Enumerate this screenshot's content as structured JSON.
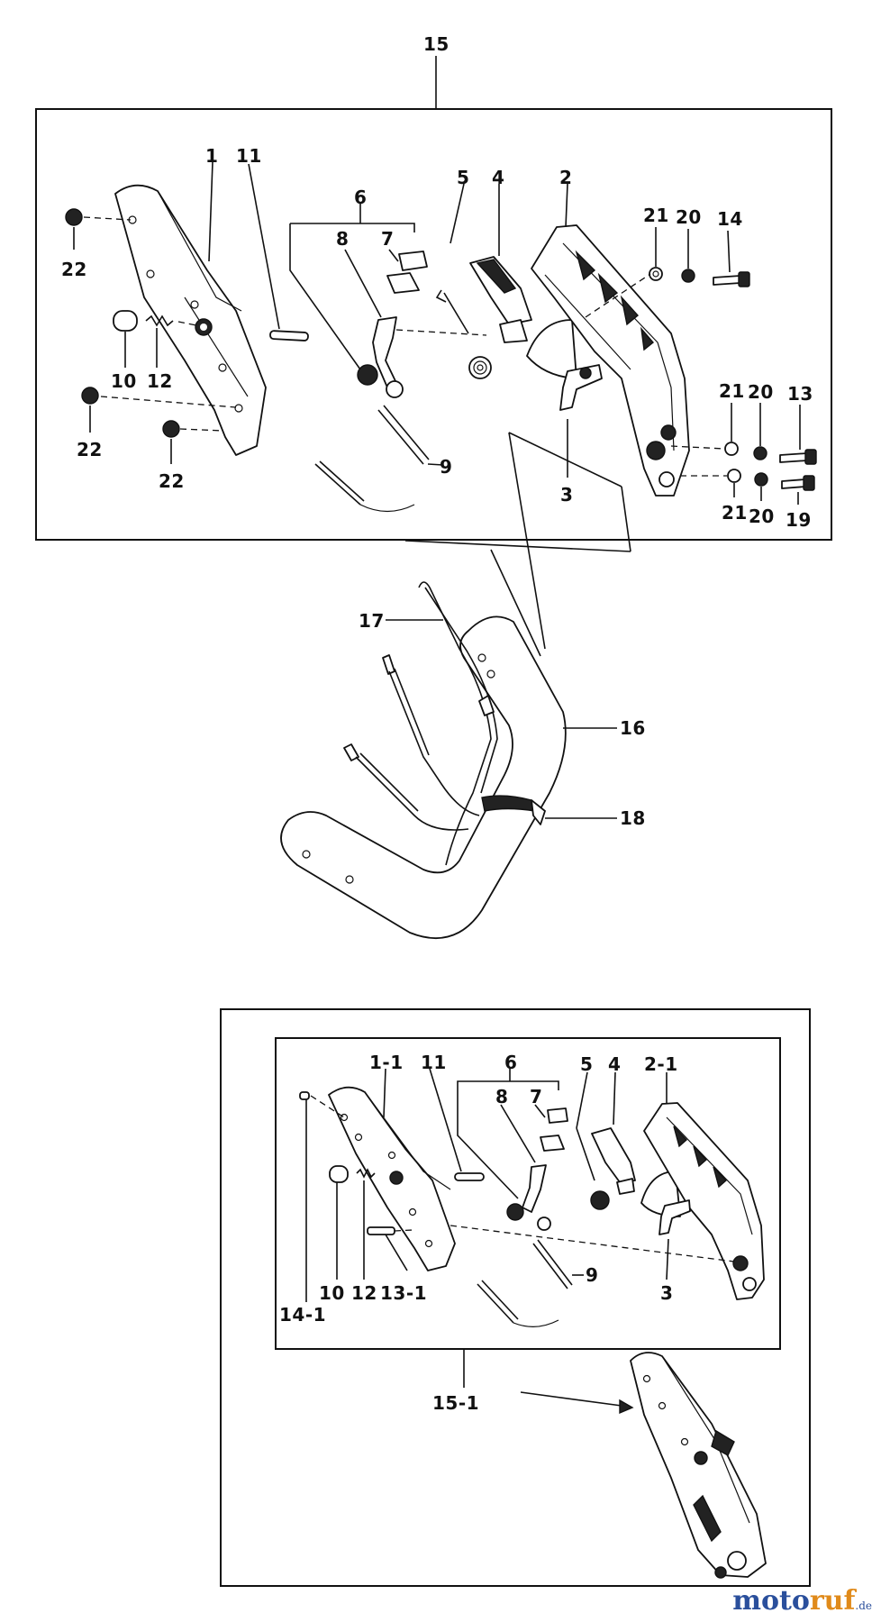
{
  "labels": {
    "l15": "15",
    "l1": "1",
    "l11": "11",
    "l6": "6",
    "l5": "5",
    "l4": "4",
    "l2": "2",
    "l21a": "21",
    "l20a": "20",
    "l14": "14",
    "l8": "8",
    "l7": "7",
    "l22a": "22",
    "l10": "10",
    "l12": "12",
    "l22b": "22",
    "l22c": "22",
    "l9": "9",
    "l3": "3",
    "l21b": "21",
    "l20b": "20",
    "l13": "13",
    "l21c": "21",
    "l20c": "20",
    "l19": "19",
    "l17": "17",
    "l16": "16",
    "l18": "18",
    "b11": "1-1",
    "b11n": "11",
    "b6": "6",
    "b5": "5",
    "b4": "4",
    "b21": "2-1",
    "b8": "8",
    "b7": "7",
    "b141": "14-1",
    "b10": "10",
    "b12": "12",
    "b131": "13-1",
    "b9": "9",
    "b3": "3",
    "b151": "15-1"
  },
  "watermark": {
    "brand_a": "moto",
    "brand_b": "ruf",
    "tld": ".de"
  }
}
